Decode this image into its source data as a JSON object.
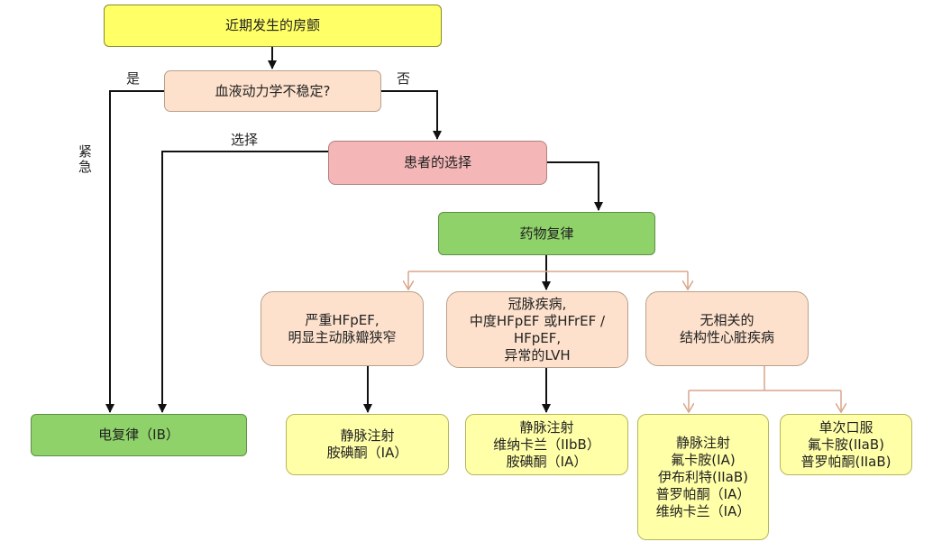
{
  "nodes": {
    "start": "近期发生的房颤",
    "question": "血液动力学不稳定?",
    "patient_choice": "患者的选择",
    "drug_conversion": "药物复律",
    "electric": "电复律（IB）",
    "cat_hfpef": [
      "严重HFpEF,",
      "明显主动脉瓣狭窄"
    ],
    "cat_cad": [
      "冠脉疾病,",
      "中度HFpEF 或HFrEF /",
      "HFpEF,",
      "异常的LVH"
    ],
    "cat_none": [
      "无相关的",
      "结构性心脏疾病"
    ],
    "tx_hfpef": [
      "静脉注射",
      "胺碘酮（IA）"
    ],
    "tx_cad": [
      "静脉注射",
      "维纳卡兰（IIbB）",
      "胺碘酮（IA）"
    ],
    "tx_iv": [
      "静脉注射",
      "氟卡胺(IA)",
      "伊布利特(IIaB)",
      "普罗帕酮（IA）",
      "维纳卡兰（IA）"
    ],
    "tx_oral": [
      "单次口服",
      "氟卡胺(IIaB)",
      "普罗帕酮(IIaB)"
    ]
  },
  "labels": {
    "yes": "是",
    "no": "否",
    "urgent": "紧急",
    "choice": "选择"
  },
  "colors": {
    "start": "#ffff66",
    "question": "#fde1cc",
    "patient_choice": "#f4b6b6",
    "green": "#8fd26a",
    "category": "#fde1cc",
    "treatment": "#ffffa8",
    "branch_line": "#d9a68a",
    "main_line": "#111111"
  }
}
